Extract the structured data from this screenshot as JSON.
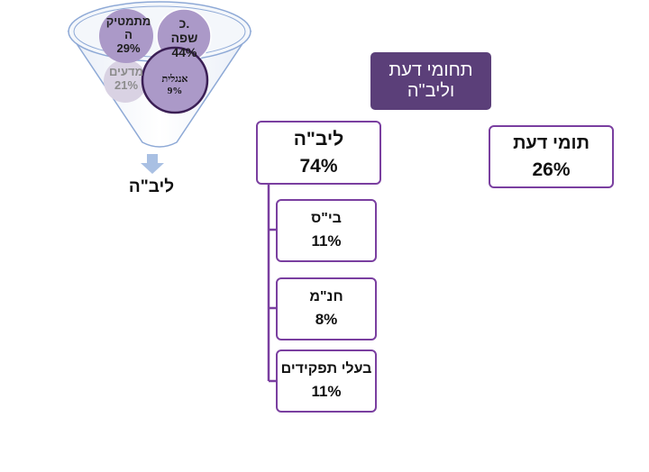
{
  "funnel": {
    "segments": [
      {
        "name": "כ.",
        "name2": "שפה",
        "pct": "44%"
      },
      {
        "name": "מתמטיק",
        "name2": "ה",
        "pct": "29%"
      },
      {
        "name": "מדעים",
        "pct": "21%"
      },
      {
        "name": "אנגלית",
        "pct": "9%"
      }
    ],
    "output_label": "ליב\"ה"
  },
  "title_box": {
    "line1": "תחומי דעת",
    "line2": "וליב\"ה"
  },
  "liba": {
    "label": "ליב\"ה",
    "pct": "74%"
  },
  "subject": {
    "label": "תומי דעת",
    "pct": "26%"
  },
  "children": [
    {
      "label": "בי\"ס",
      "pct": "11%"
    },
    {
      "label": "חנ\"מ",
      "pct": "8%"
    },
    {
      "label": "בעלי תפקידים",
      "pct": "11%"
    }
  ],
  "colors": {
    "accent": "#7a3fa0",
    "title_bg": "#5b3f79",
    "circle_dark": "#ab99c8",
    "circle_light": "#d9d2e3",
    "arrow": "#a9c0e3",
    "funnel_line": "#8ea9d6"
  }
}
